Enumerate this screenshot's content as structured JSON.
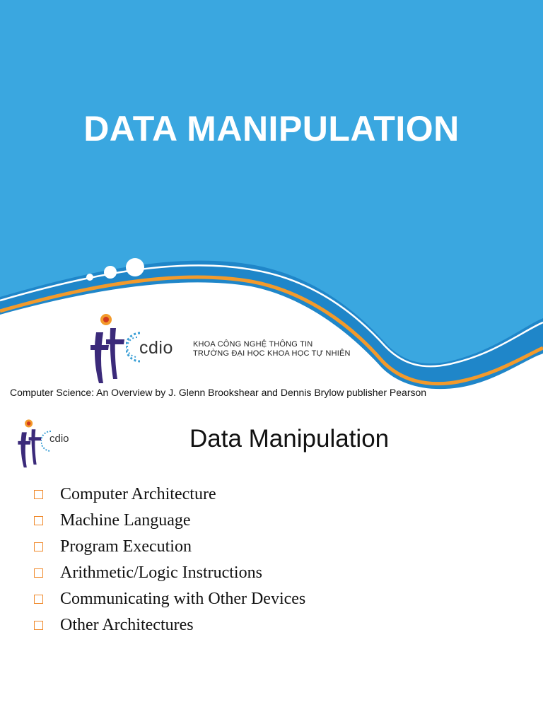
{
  "slide1": {
    "title": "DATA MANIPULATION",
    "logo_fit_icon": "fit-logo-icon",
    "logo_cdio": "cdio",
    "org_line1": "KHOA CÔNG NGHỆ THÔNG TIN",
    "org_line2": "TRƯỜNG ĐẠI HỌC KHOA HỌC TỰ NHIÊN",
    "credit": "Computer Science: An Overview by J. Glenn Brookshear and Dennis Brylow publisher Pearson"
  },
  "slide2": {
    "logo_cdio": "cdio",
    "title": "Data Manipulation",
    "bullets": [
      "Computer Architecture",
      "Machine Language",
      "Program Execution",
      "Arithmetic/Logic Instructions",
      "Communicating with Other Devices",
      "Other Architectures"
    ]
  },
  "colors": {
    "brand_blue": "#3aa7e0",
    "deep_blue": "#1f86c9",
    "accent_orange": "#f39a2b",
    "bullet_box": "#f0892a",
    "logo_purple": "#3b2a7a"
  }
}
